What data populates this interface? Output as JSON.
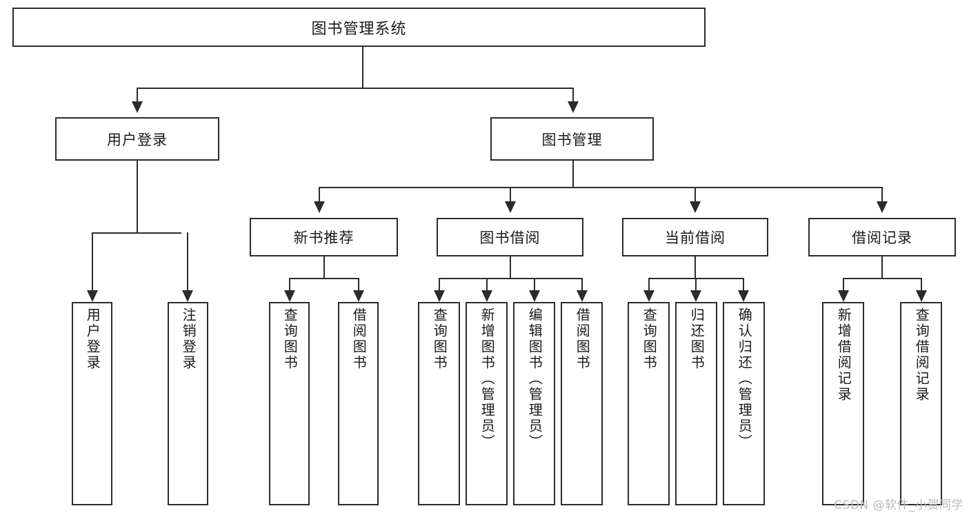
{
  "diagram": {
    "title": "图书管理系统",
    "watermark": "CSDN @软件_小贺同学",
    "colors": {
      "stroke": "#2b2b2b",
      "fill": "#ffffff",
      "text": "#1a1a1a",
      "watermark": "#b9b9b9"
    }
  },
  "root": {
    "label": "图书管理系统"
  },
  "level2": [
    {
      "label": "用户登录"
    },
    {
      "label": "图书管理"
    }
  ],
  "level3": [
    {
      "label": "新书推荐"
    },
    {
      "label": "图书借阅"
    },
    {
      "label": "当前借阅"
    },
    {
      "label": "借阅记录"
    }
  ],
  "leaves": {
    "user_login": [
      {
        "label": "用户登录"
      },
      {
        "label": "注销登录"
      }
    ],
    "new_book_recommend": [
      {
        "label": "查询图书"
      },
      {
        "label": "借阅图书"
      }
    ],
    "book_borrow": [
      {
        "label": "查询图书"
      },
      {
        "label": "新增图书（管理员）"
      },
      {
        "label": "编辑图书（管理员）"
      },
      {
        "label": "借阅图书"
      }
    ],
    "current_borrow": [
      {
        "label": "查询图书"
      },
      {
        "label": "归还图书"
      },
      {
        "label": "确认归还（管理员）"
      }
    ],
    "borrow_record": [
      {
        "label": "新增借阅记录"
      },
      {
        "label": "查询借阅记录"
      }
    ]
  }
}
